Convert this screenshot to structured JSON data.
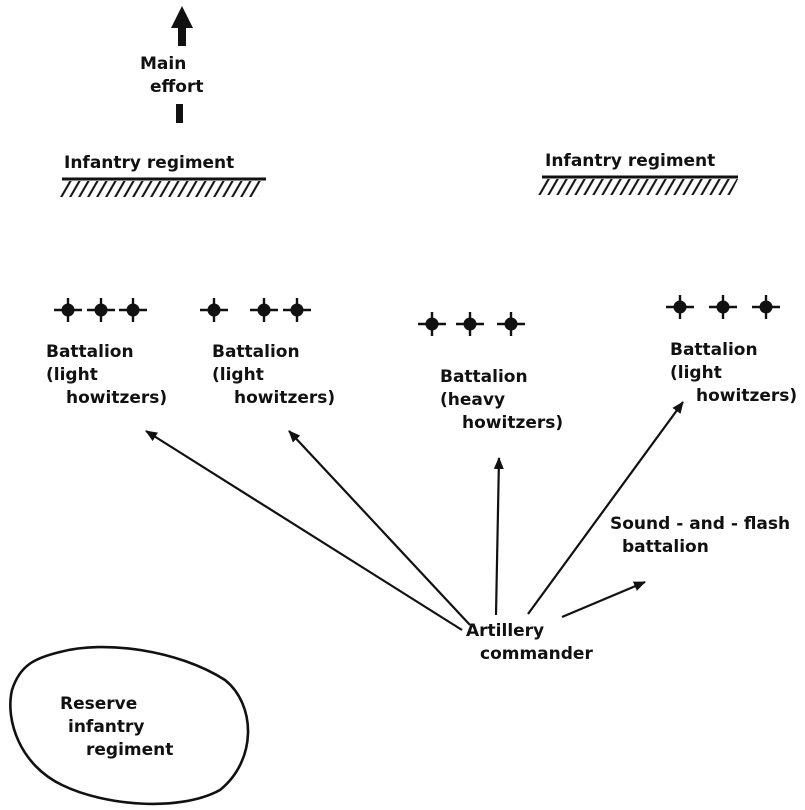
{
  "main_effort": {
    "line1": "Main",
    "line2": "effort"
  },
  "regiments": [
    {
      "label": "Infantry regiment"
    },
    {
      "label": "Infantry regiment"
    }
  ],
  "battalions": [
    {
      "line1": "Battalion",
      "line2": "(light",
      "line3": "howitzers)"
    },
    {
      "line1": "Battalion",
      "line2": "(light",
      "line3": "howitzers)"
    },
    {
      "line1": "Battalion",
      "line2": "(heavy",
      "line3": "howitzers)"
    },
    {
      "line1": "Battalion",
      "line2": "(light",
      "line3": "howitzers)"
    }
  ],
  "sound_flash": {
    "line1": "Sound - and - flash",
    "line2": "battalion"
  },
  "commander": {
    "line1": "Artillery",
    "line2": "commander"
  },
  "reserve": {
    "line1": "Reserve",
    "line2": "infantry",
    "line3": "regiment"
  },
  "colors": {
    "ink": "#111111",
    "background": "#ffffff"
  }
}
